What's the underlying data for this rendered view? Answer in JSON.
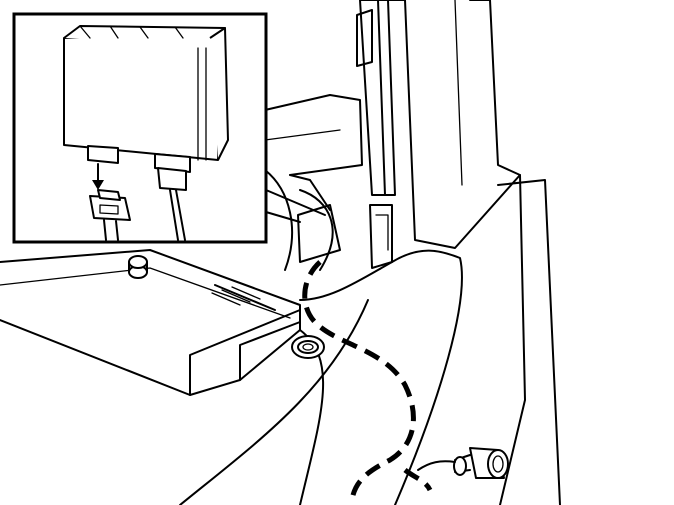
{
  "figure": {
    "kind": "technical-line-drawing",
    "colors": {
      "line": "#000000",
      "background": "#ffffff"
    },
    "parts": [
      "module-unit",
      "connector-plug",
      "routed-cable",
      "grommet",
      "mounting-clip",
      "side-connector"
    ]
  }
}
